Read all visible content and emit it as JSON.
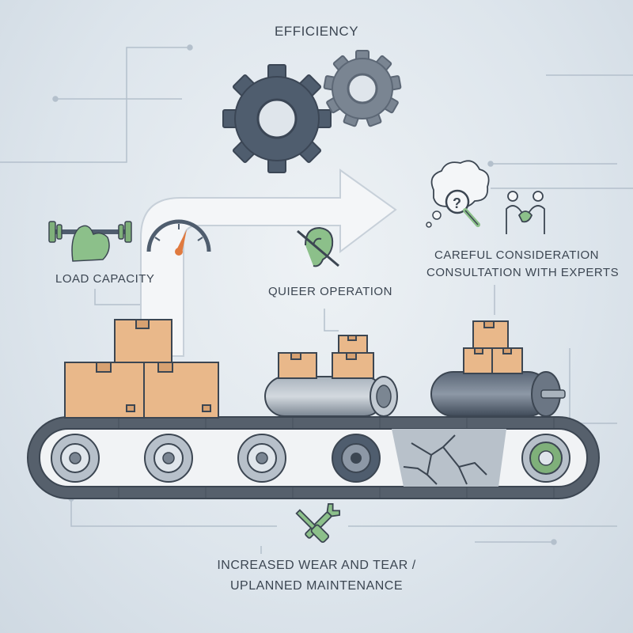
{
  "title": "EFFICIENCY",
  "labels": {
    "load_capacity": "LOAD CAPACITY",
    "quiet_operation": "QUIEER OPERATION",
    "careful_consideration": "CAREFUL CONSIDERATION",
    "consultation": "CONSULTATION WITH EXPERTS",
    "wear_tear": "INCREASED WEAR AND TEAR /",
    "unplanned_maintenance": "UPLANNED MAINTENANCE"
  },
  "colors": {
    "gear_dark": "#4f5d6e",
    "gear_light": "#7a8592",
    "box": "#e9b88a",
    "box_shade": "#d7a171",
    "green_accent": "#7fb07a",
    "belt": "#56606c",
    "arrow": "#f4f6f8",
    "gauge_needle": "#e07a3f",
    "text": "#3c4652"
  },
  "icons": [
    "gear-icon",
    "dumbbell-icon",
    "gauge-icon",
    "muted-ear-icon",
    "question-bubble-icon",
    "handshake-icon",
    "wrench-screwdriver-icon"
  ]
}
